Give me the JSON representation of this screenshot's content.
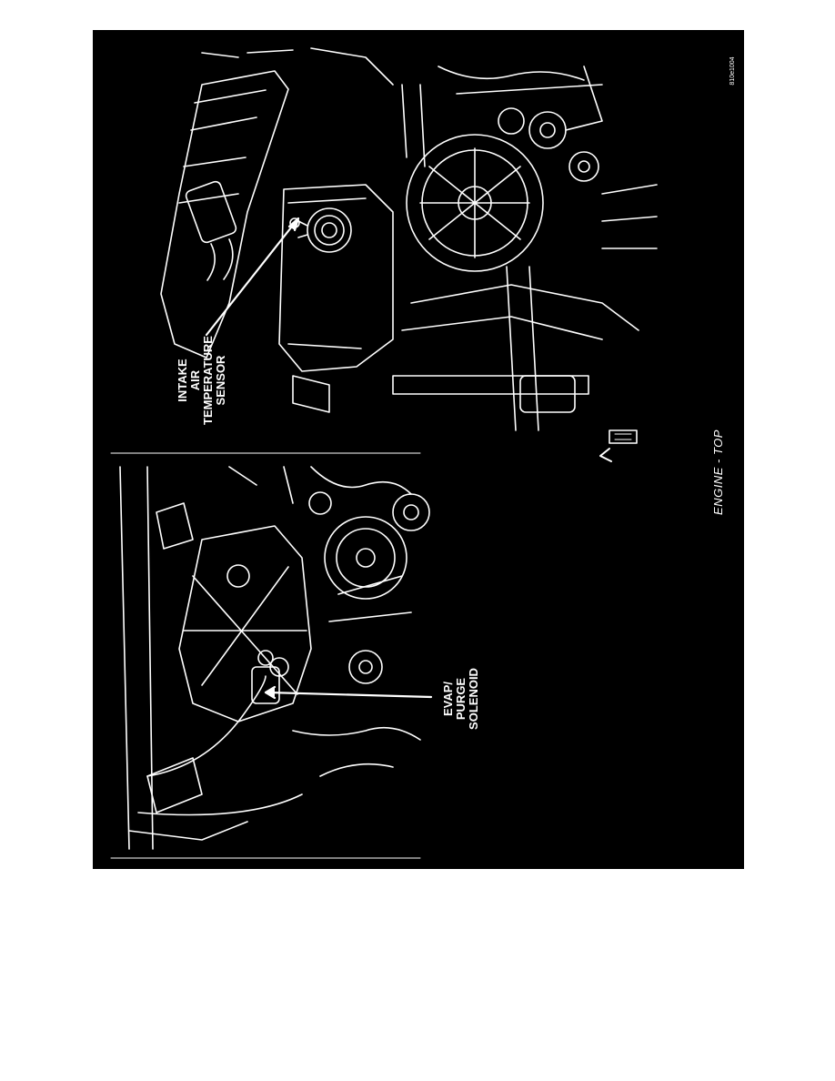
{
  "figure": {
    "caption": "ENGINE - TOP",
    "image_id": "810e1004",
    "colors": {
      "background": "#000000",
      "line": "#ffffff",
      "page": "#ffffff"
    }
  },
  "labels": {
    "intake_air_temperature_sensor": [
      "INTAKE",
      "AIR",
      "TEMPERATURE",
      "SENSOR"
    ],
    "evap_purge_solenoid": [
      "EVAP/",
      "PURGE",
      "SOLENOID"
    ]
  },
  "fwd_arrow": {
    "icon": "forward-arrow-icon"
  }
}
